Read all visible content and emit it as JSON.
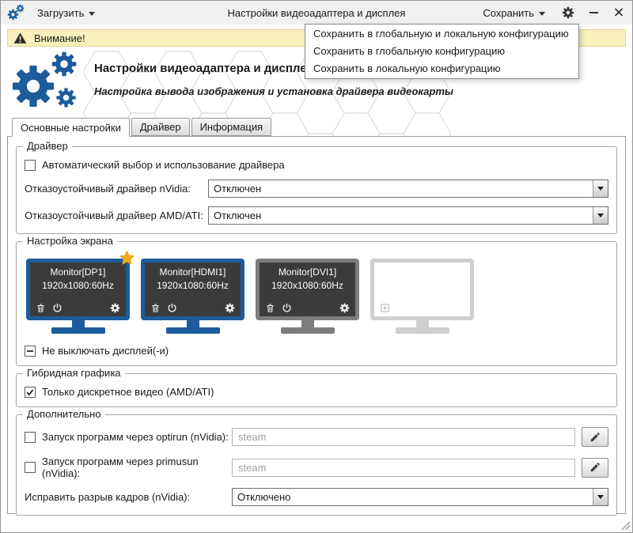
{
  "titlebar": {
    "load_label": "Загрузить",
    "title": "Настройки видеоадаптера и дисплея",
    "save_label": "Сохранить",
    "close_glyph": "×"
  },
  "warning": {
    "text": "Внимание!"
  },
  "save_menu": {
    "items": [
      {
        "label": "Сохранить в глобальную и локальную конфигурацию"
      },
      {
        "label": "Сохранить в глобальную конфигурацию"
      },
      {
        "label": "Сохранить в локальную конфигурацию"
      }
    ]
  },
  "header": {
    "title": "Настройки видеоадаптера и дисплея",
    "subtitle": "Настройка вывода изображения и установка драйвера видеокарты"
  },
  "tabs": [
    {
      "label": "Основные настройки",
      "active": true
    },
    {
      "label": "Драйвер",
      "active": false
    },
    {
      "label": "Информация",
      "active": false
    }
  ],
  "driver": {
    "legend": "Драйвер",
    "auto_label": "Автоматический выбор и использование драйвера",
    "auto_checked": false,
    "nvidia_label": "Отказоустойчивый драйвер nVidia:",
    "nvidia_value": "Отключен",
    "amd_label": "Отказоустойчивый драйвер AMD/ATI:",
    "amd_value": "Отключен"
  },
  "screen": {
    "legend": "Настройка экрана",
    "monitors": [
      {
        "name": "Monitor[DP1]",
        "resolution": "1920x1080:60Hz",
        "state": "primary"
      },
      {
        "name": "Monitor[HDMI1]",
        "resolution": "1920x1080:60Hz",
        "state": "active"
      },
      {
        "name": "Monitor[DVI1]",
        "resolution": "1920x1080:60Hz",
        "state": "inactive"
      },
      {
        "name": "",
        "resolution": "",
        "state": "empty"
      }
    ],
    "keep_on_label": "Не выключать дисплей(-и)",
    "keep_on_state": "indeterminate"
  },
  "hybrid": {
    "legend": "Гибридная графика",
    "discrete_label": "Только дискретное видео (AMD/ATI)",
    "discrete_checked": true
  },
  "extra": {
    "legend": "Дополнительно",
    "optirun_label": "Запуск программ через optirun (nVidia):",
    "optirun_checked": false,
    "optirun_placeholder": "steam",
    "primusrun_label": "Запуск программ через primusun (nVidia):",
    "primusrun_checked": false,
    "primusrun_placeholder": "steam",
    "tearing_label": "Исправить разрыв кадров (nVidia):",
    "tearing_value": "Отключено"
  },
  "colors": {
    "accent_blue": "#1d5c9c",
    "warning_bg": "#f8f1bd",
    "star_gold": "#f0a81c",
    "inactive_gray": "#7d7d7d"
  }
}
